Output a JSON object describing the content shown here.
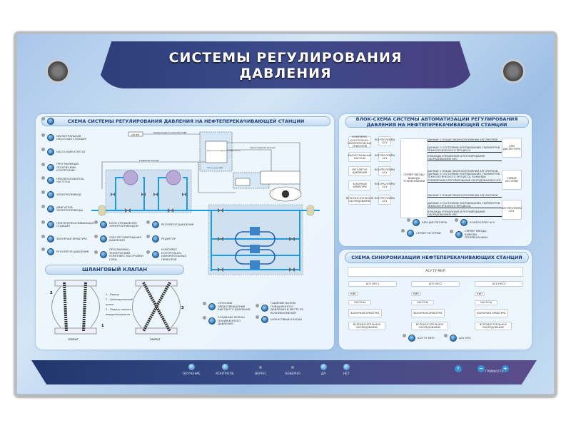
{
  "title": {
    "line1": "СИСТЕМЫ РЕГУЛИРОВАНИЯ",
    "line2": "ДАВЛЕНИЯ"
  },
  "left_panel": {
    "title": "СХЕМА СИСТЕМЫ РЕГУЛИРОВАНИЯ ДАВЛЕНИЯ НА НЕФТЕПЕРЕКАЧИВАЮЩЕЙ СТАНЦИИ",
    "col1": [
      "Магистральная насосная станция",
      "Насосный агрегат",
      "Программный логический контроллер",
      "Преобразователь частоты",
      "Электропривод",
      "Двигатель электропривода",
      "Нефтеперекачивающая станция",
      "Запорная арматура",
      "Регулятор давления"
    ],
    "col2": [
      "Блок управления электроприводом",
      "Узел регулирования давления",
      "Программно-технический комплекс настройки САРД"
    ],
    "col3": [
      "Регулятор давления",
      "Редуктор",
      "Комплекс контрольно-измерительных приборов"
    ],
    "diagram_labels": {
      "asu": "АСУ НПС",
      "comm": "Коммуникации по настройке САРД",
      "conv": "Вычислительно-цифровой преобразователь",
      "sard": "ПТК настройки САРД",
      "pin": "Р давления на входе",
      "sig": "Сигнал закрытия заслонки"
    }
  },
  "hose_valve": {
    "title": "ШЛАНГОВЫЙ КЛАПАН",
    "legend": [
      "1 – Корпус",
      "2 – Цилиндрический шланг",
      "3 – Подача сжатого воздуха/жидкости"
    ],
    "open": "ОТКРЫТ",
    "closed": "ЗАКРЫТ",
    "n1": "1",
    "n2": "2",
    "n3": "3",
    "buttons": [
      "Способы предотвращения высокого давления",
      "Создание волны пониженного давления",
      "Гашение волны повышенного давления в месте ее возникновения",
      "Шланговый клапан"
    ]
  },
  "block_scheme": {
    "title": "БЛОК-СХЕМА СИСТЕМЫ АВТОМАТИЗАЦИИ РЕГУЛИРОВАНИЯ ДАВЛЕНИЯ НА НЕФТЕПЕРЕКАЧИВАЮЩЕЙ СТАНЦИИ",
    "sources": [
      "Комплекс контрольно-измерительных приборов",
      "Магистральные насосы",
      "Регулятор давления",
      "Запорная арматура",
      "Вспомогательное оборудование"
    ],
    "controller": "Контроллеры АСУ",
    "server": "Сервер ввода/вывода телемеханики",
    "targets": [
      "АРМ диспетчера",
      "Сервер истории",
      "Контроллеры АСУ"
    ],
    "arrows": [
      "Данные о пошаговом исполнении алгоритмов",
      "Данные о состоянии оборудования, параметров технологического процесса",
      "Команды управления и регулирования оборудованием НПС"
    ],
    "middle_text": "Данные о пошаговом исполнении алгоритмов, данные о состоянии оборудования, параметров технологического процесса, команды управления и регулирования оборудованием НПС",
    "buttons": [
      "АРМ диспетчера",
      "Контроллер АСУ",
      "Сервер истории",
      "Сервер ввода/вывода телемеханики"
    ]
  },
  "sync": {
    "title": "СХЕМА СИНХРОНИЗАЦИИ НЕФТЕПЕРЕКАЧИВАЮЩИХ СТАНЦИЙ",
    "top": "АСУ ТУ МНП",
    "stations": [
      "АСУ НПС1",
      "АСУ НПС2",
      "АСУ НПС3"
    ],
    "kip": "КИП",
    "pumps": "НАСОСЫ",
    "valves": "ЗАПОРНАЯ АРМАТУРА",
    "aux": "ВСПОМОГАТЕЛЬНОЕ ОБОРУДОВАНИЕ",
    "buttons": [
      "АСУ ТУ МНП",
      "АСУ НПС"
    ]
  },
  "controls": {
    "items": [
      "ОБУЧЕНИЕ",
      "КОНТРОЛЬ",
      "ВЕРНО",
      "НЕВЕРНО",
      "ДА",
      "НЕТ"
    ],
    "volume": "ГРОМКОСТЬ",
    "minus": "−",
    "plus": "+",
    "pause": "II"
  }
}
